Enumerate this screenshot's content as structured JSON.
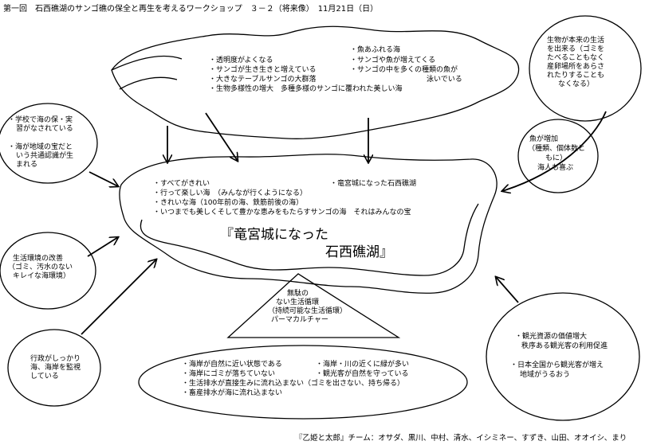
{
  "header": {
    "title": "第一回　石西礁湖のサンゴ礁の保全と再生を考えるワークショップ　３－２（将来像）　11月21日（日）"
  },
  "top_cloud": {
    "left_items": [
      "・透明度がよくなる",
      "・サンゴが生き生きと増えている",
      "・大きなテーブルサンゴの大群落",
      "・生物多様性の増大　多種多様のサンゴに覆われた美しい海"
    ],
    "right_items": [
      "・魚あふれる海",
      "・サンゴや魚が増えてくる",
      "・サンゴの中を多くの種類の魚が",
      "泳いでいる"
    ]
  },
  "center_lake": {
    "items": [
      "・すべてがきれい",
      "・行って楽しい海　（みんなが行くようになる）",
      "・きれいな海（100年前の海、鉄筋前後の海）",
      "・いつまでも美しくそして豊かな恵みをもたらすサンゴの海　それはみんなの宝"
    ],
    "right_item": "・竜宮城になった石西礁湖",
    "main_title_line1": "『竜宮城になった",
    "main_title_line2": "石西礁湖』"
  },
  "triangle": {
    "lines": [
      "無駄の",
      "ない生活循環",
      "（持続可能な生活循環）",
      "パーマカルチャー"
    ]
  },
  "bottom_ellipse": {
    "left_items": [
      "・海岸が自然に近い状態である",
      "・海岸にゴミが落ちていない",
      "・生活排水が直接生みに流れ込まない（ゴミを出さない、持ち帰る）",
      "・畜産排水が海に流れ込まない"
    ],
    "right_items": [
      "・海岸・川の近くに緑が多い",
      "・観光客が自然を守っている"
    ]
  },
  "bubbles": {
    "education": [
      "・学校で海の保・実",
      "習がなされている",
      "",
      "・海が地域の宝だと",
      "いう共通認識が生",
      "まれる"
    ],
    "environment": [
      "生活環境の改善",
      "（ゴミ、汚水のない",
      "キレイな海環境）"
    ],
    "government": [
      "行政がしっかり",
      "海、海岸を監視",
      "している"
    ],
    "living_things": [
      "生物が本来の生活",
      "を出来る（ゴミを",
      "たべることもなく",
      "産卵場所をあらさ",
      "れたりすることも",
      "なくなる）"
    ],
    "fish": [
      "魚が増加",
      "（種類、個体数と",
      "もに）",
      "海人も喜ぶ"
    ],
    "tourism": [
      "・観光資源の価値増大",
      "秩序ある観光客の利用促進",
      "",
      "・日本全国から観光客が増え",
      "地域がうるおう"
    ]
  },
  "footer": {
    "team": "『乙姫と太郎』チーム：オサダ、黒川、中村、清水、イシミネー、すずき、山田、オオイシ、まり"
  }
}
